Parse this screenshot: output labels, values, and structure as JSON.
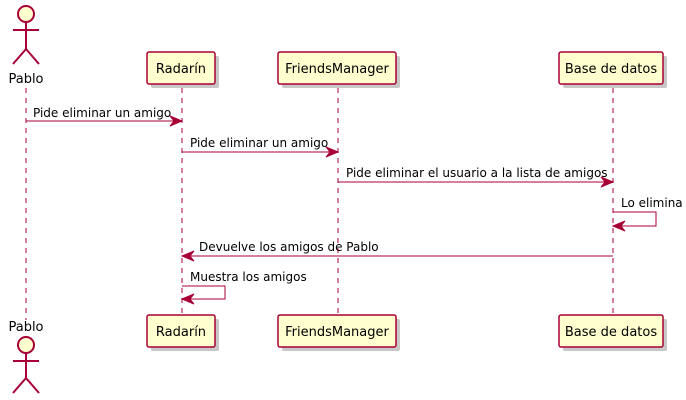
{
  "actor": {
    "name": "Pablo"
  },
  "participants": [
    {
      "name": "Radarín"
    },
    {
      "name": "FriendsManager"
    },
    {
      "name": "Base de datos"
    }
  ],
  "messages": [
    {
      "from": "Pablo",
      "to": "Radarín",
      "text": "Pide eliminar un amigo"
    },
    {
      "from": "Radarín",
      "to": "FriendsManager",
      "text": "Pide eliminar un amigo"
    },
    {
      "from": "FriendsManager",
      "to": "Base de datos",
      "text": "Pide eliminar el usuario a la lista de amigos"
    },
    {
      "from": "Base de datos",
      "to": "Base de datos",
      "text": "Lo elimina"
    },
    {
      "from": "Base de datos",
      "to": "Radarín",
      "text": "Devuelve los amigos de Pablo"
    },
    {
      "from": "Radarín",
      "to": "Radarín",
      "text": "Muestra los amigos"
    }
  ],
  "colors": {
    "line": "#a80036",
    "box_fill": "#fefece"
  }
}
